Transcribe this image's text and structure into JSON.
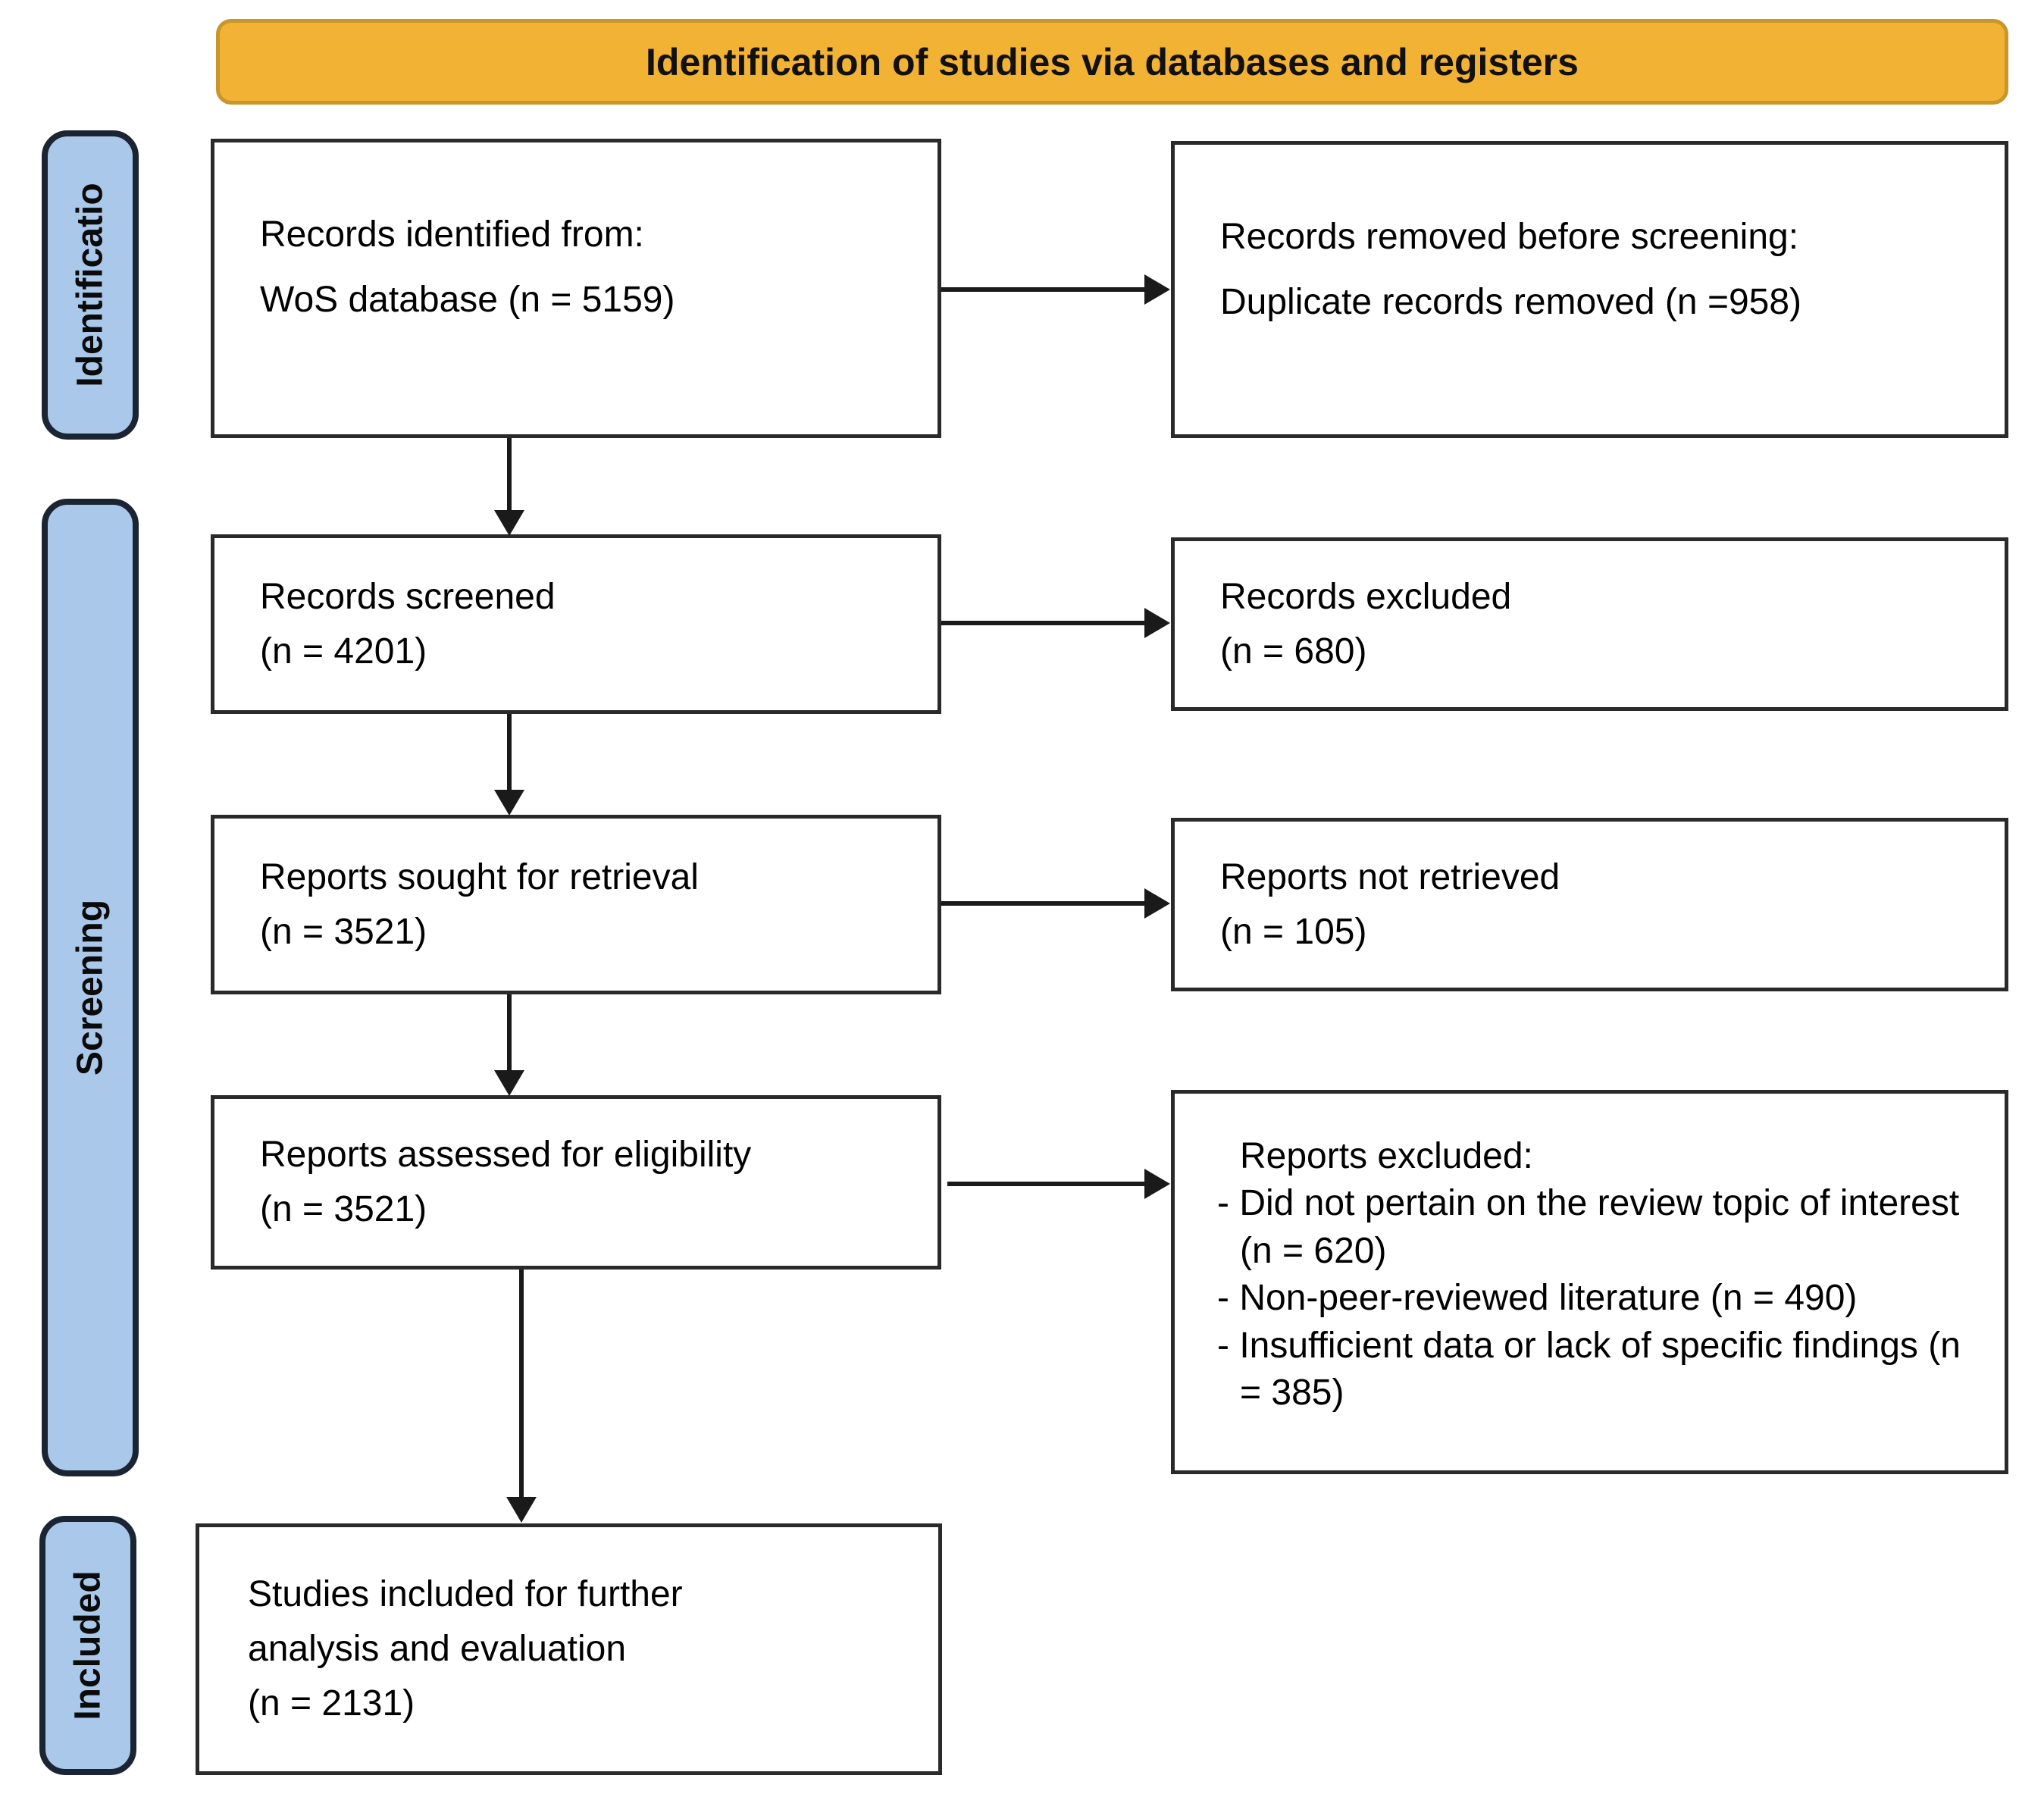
{
  "banner": {
    "title": "Identification of studies via databases and registers"
  },
  "stages": [
    {
      "label": "Identificatio"
    },
    {
      "label": "Screening"
    },
    {
      "label": "Included"
    }
  ],
  "flow": {
    "records_identified": {
      "line1": "Records identified from:",
      "line2": "WoS database (n = 5159)"
    },
    "records_removed": {
      "line1": "Records removed before screening:",
      "line2": "Duplicate records removed (n =958)"
    },
    "records_screened": {
      "line1": "Records screened",
      "line2": "(n = 4201)"
    },
    "records_excluded": {
      "line1": "Records excluded",
      "line2": "(n = 680)"
    },
    "reports_sought": {
      "line1": "Reports sought for retrieval",
      "line2": "(n = 3521)"
    },
    "reports_not_retrieved": {
      "line1": "Reports not retrieved",
      "line2": "(n = 105)"
    },
    "reports_assessed": {
      "line1": "Reports assessed for eligibility",
      "line2": "(n = 3521)"
    },
    "reports_excluded": {
      "header": "Reports excluded:",
      "items": [
        "- Did not pertain on the review topic of interest (n = 620)",
        "- Non-peer-reviewed literature (n = 490)",
        "- Insufficient data or lack of specific findings (n = 385)"
      ]
    },
    "studies_included": {
      "line1": "Studies included for further",
      "line2": "analysis and evaluation",
      "line3": "(n = 2131)"
    }
  },
  "colors": {
    "banner_fill": "#F2B233",
    "banner_border": "#C8962B",
    "stage_fill": "#A9C8EA",
    "stage_border": "#1A2433",
    "box_fill": "#FFFFFF",
    "box_border": "#2A2A2A",
    "arrow": "#1A1A1A"
  }
}
